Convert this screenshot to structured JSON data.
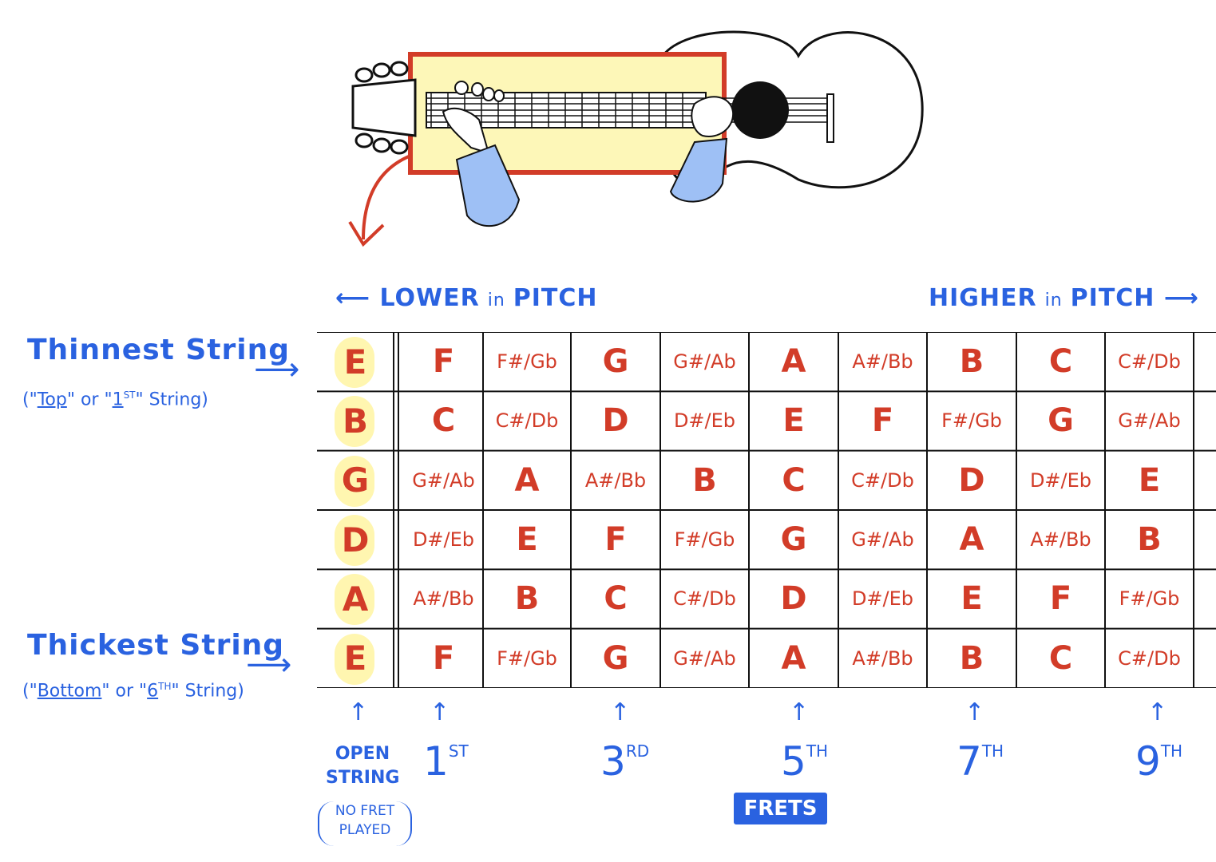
{
  "header": {
    "lower_label": "Lower",
    "lower_in": "in",
    "lower_pitch": "Pitch",
    "higher_label": "Higher",
    "higher_in": "in",
    "higher_pitch": "Pitch"
  },
  "strings": {
    "thinnest_title": "Thinnest String",
    "thinnest_sub_open": "(\"",
    "thinnest_sub_word": "Top",
    "thinnest_sub_mid": "\" or \"",
    "thinnest_sub_num": "1",
    "thinnest_sub_sup": "ST",
    "thinnest_sub_end": "\" String)",
    "thickest_title": "Thickest String",
    "thickest_sub_open": "(\"",
    "thickest_sub_word": "Bottom",
    "thickest_sub_mid": "\" or \"",
    "thickest_sub_num": "6",
    "thickest_sub_sup": "TH",
    "thickest_sub_end": "\" String)"
  },
  "open_notes": [
    "E",
    "B",
    "G",
    "D",
    "A",
    "E"
  ],
  "fretboard": {
    "rows": [
      [
        "F",
        "F#/Gb",
        "G",
        "G#/Ab",
        "A",
        "A#/Bb",
        "B",
        "C",
        "C#/Db"
      ],
      [
        "C",
        "C#/Db",
        "D",
        "D#/Eb",
        "E",
        "F",
        "F#/Gb",
        "G",
        "G#/Ab"
      ],
      [
        "G#/Ab",
        "A",
        "A#/Bb",
        "B",
        "C",
        "C#/Db",
        "D",
        "D#/Eb",
        "E"
      ],
      [
        "D#/Eb",
        "E",
        "F",
        "F#/Gb",
        "G",
        "G#/Ab",
        "A",
        "A#/Bb",
        "B"
      ],
      [
        "A#/Bb",
        "B",
        "C",
        "C#/Db",
        "D",
        "D#/Eb",
        "E",
        "F",
        "F#/Gb"
      ],
      [
        "F",
        "F#/Gb",
        "G",
        "G#/Ab",
        "A",
        "A#/Bb",
        "B",
        "C",
        "C#/Db"
      ]
    ]
  },
  "frets": {
    "open_string_line1": "Open",
    "open_string_line2": "String",
    "no_fret_line1": "No Fret",
    "no_fret_line2": "Played",
    "markers": [
      {
        "num": "1",
        "sup": "ST"
      },
      {
        "num": "3",
        "sup": "RD"
      },
      {
        "num": "5",
        "sup": "TH"
      },
      {
        "num": "7",
        "sup": "TH"
      },
      {
        "num": "9",
        "sup": "TH"
      }
    ],
    "badge": "Frets"
  },
  "colors": {
    "blue": "#2a62e0",
    "red": "#d23c28",
    "highlight": "#fff6b0",
    "box_fill": "#fdf7b8",
    "sleeve": "#9ec0f5"
  }
}
